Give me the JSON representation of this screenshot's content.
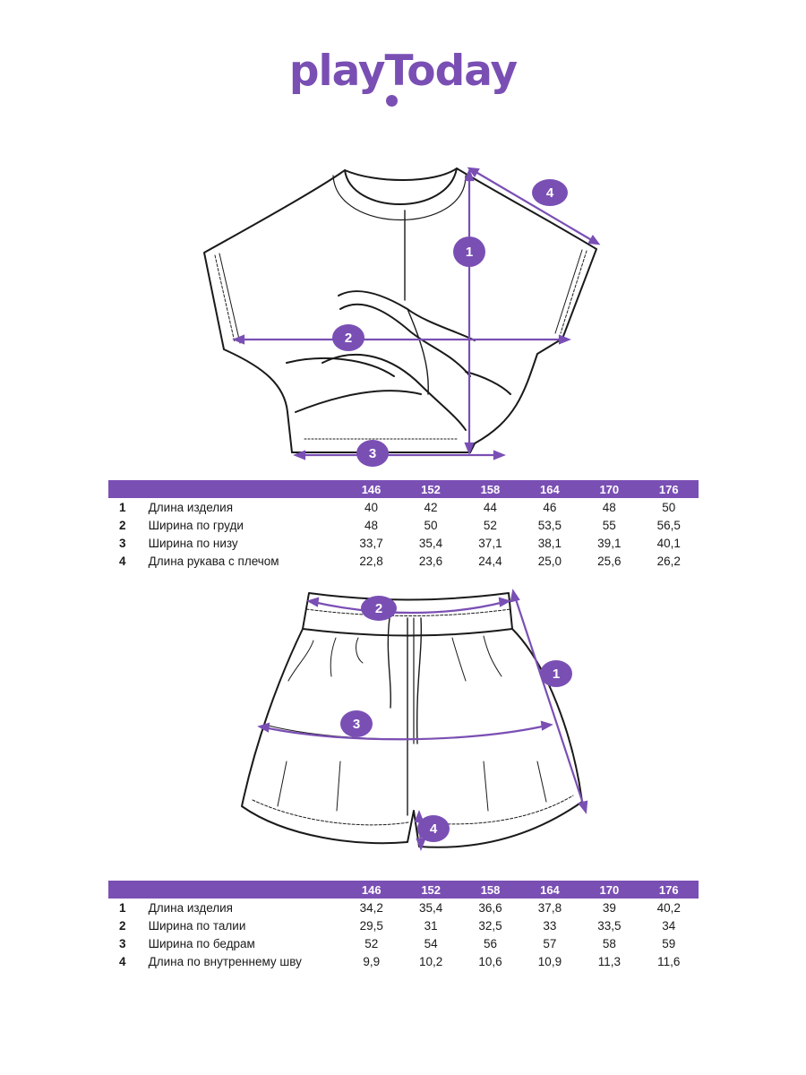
{
  "brand": {
    "logo_text": "playToday"
  },
  "colors": {
    "accent": "#7a4fb4",
    "line": "#1a1a1a"
  },
  "top_garment": {
    "markers": [
      "1",
      "2",
      "3",
      "4"
    ],
    "table": {
      "sizes": [
        "146",
        "152",
        "158",
        "164",
        "170",
        "176"
      ],
      "rows": [
        {
          "num": "1",
          "name": "Длина изделия",
          "values": [
            "40",
            "42",
            "44",
            "46",
            "48",
            "50"
          ]
        },
        {
          "num": "2",
          "name": "Ширина по груди",
          "values": [
            "48",
            "50",
            "52",
            "53,5",
            "55",
            "56,5"
          ]
        },
        {
          "num": "3",
          "name": "Ширина по низу",
          "values": [
            "33,7",
            "35,4",
            "37,1",
            "38,1",
            "39,1",
            "40,1"
          ]
        },
        {
          "num": "4",
          "name": "Длина рукава с плечом",
          "values": [
            "22,8",
            "23,6",
            "24,4",
            "25,0",
            "25,6",
            "26,2"
          ]
        }
      ]
    }
  },
  "bottom_garment": {
    "markers": [
      "1",
      "2",
      "3",
      "4"
    ],
    "table": {
      "sizes": [
        "146",
        "152",
        "158",
        "164",
        "170",
        "176"
      ],
      "rows": [
        {
          "num": "1",
          "name": "Длина изделия",
          "values": [
            "34,2",
            "35,4",
            "36,6",
            "37,8",
            "39",
            "40,2"
          ]
        },
        {
          "num": "2",
          "name": "Ширина по талии",
          "values": [
            "29,5",
            "31",
            "32,5",
            "33",
            "33,5",
            "34"
          ]
        },
        {
          "num": "3",
          "name": "Ширина по бедрам",
          "values": [
            "52",
            "54",
            "56",
            "57",
            "58",
            "59"
          ]
        },
        {
          "num": "4",
          "name": "Длина по внутреннему шву",
          "values": [
            "9,9",
            "10,2",
            "10,6",
            "10,9",
            "11,3",
            "11,6"
          ]
        }
      ]
    }
  }
}
